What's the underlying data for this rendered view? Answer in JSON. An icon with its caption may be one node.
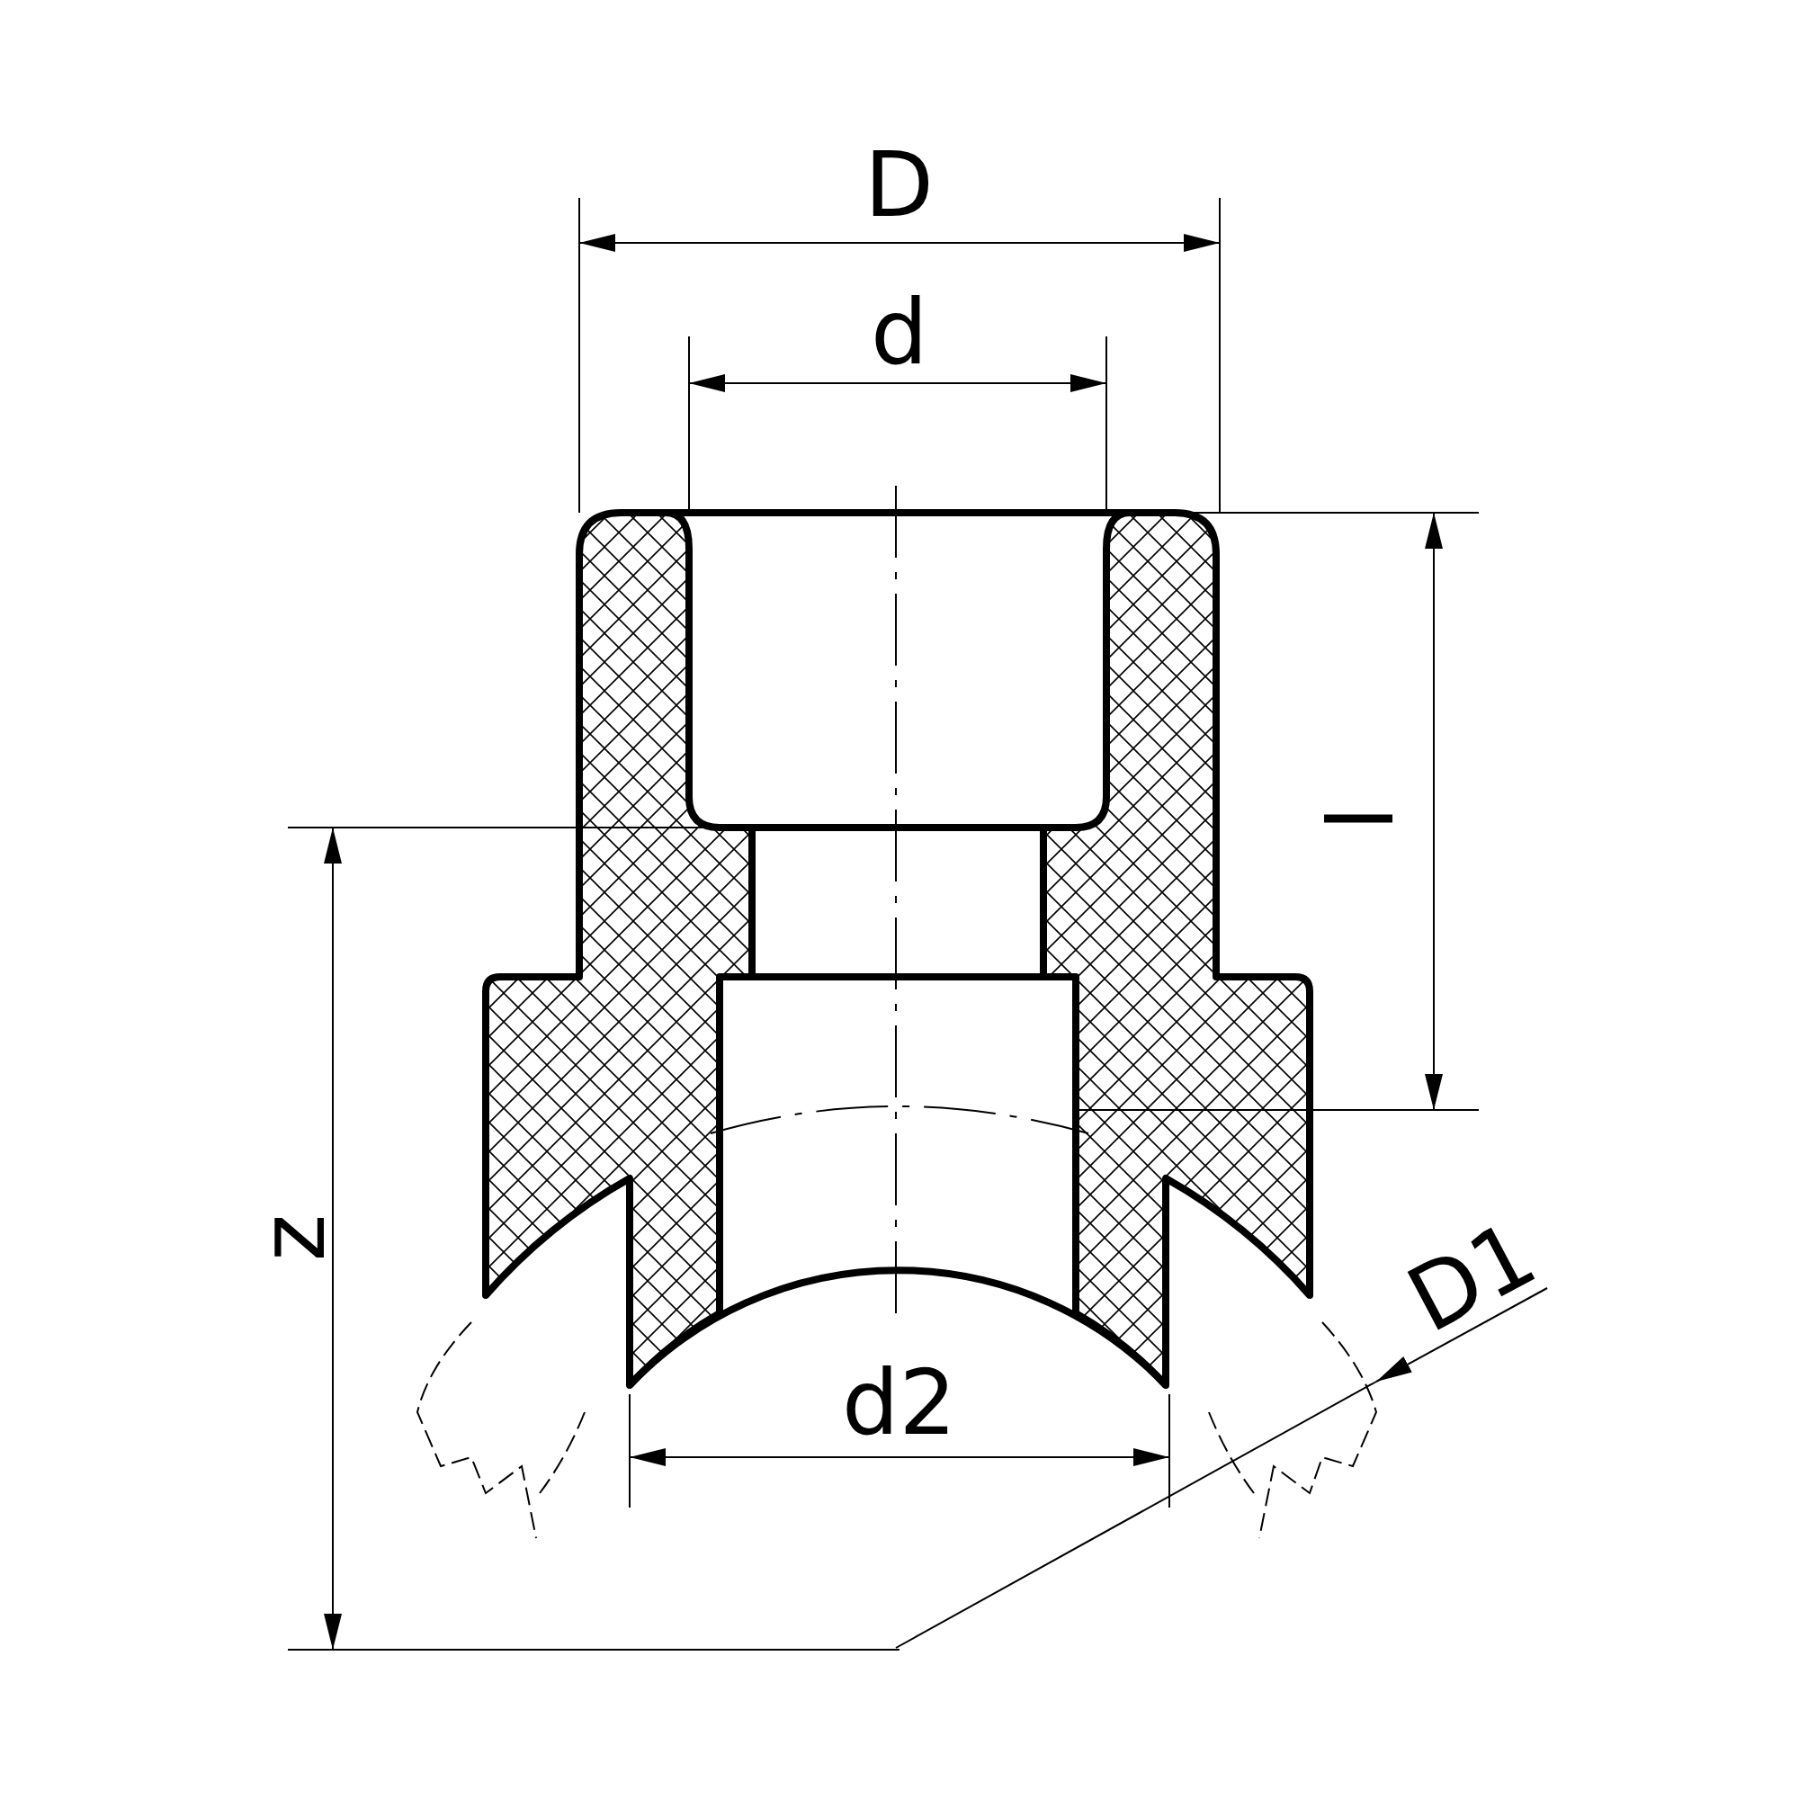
{
  "diagram": {
    "labels": [
      "D",
      "d",
      "l",
      "z",
      "d2",
      "D1"
    ]
  }
}
